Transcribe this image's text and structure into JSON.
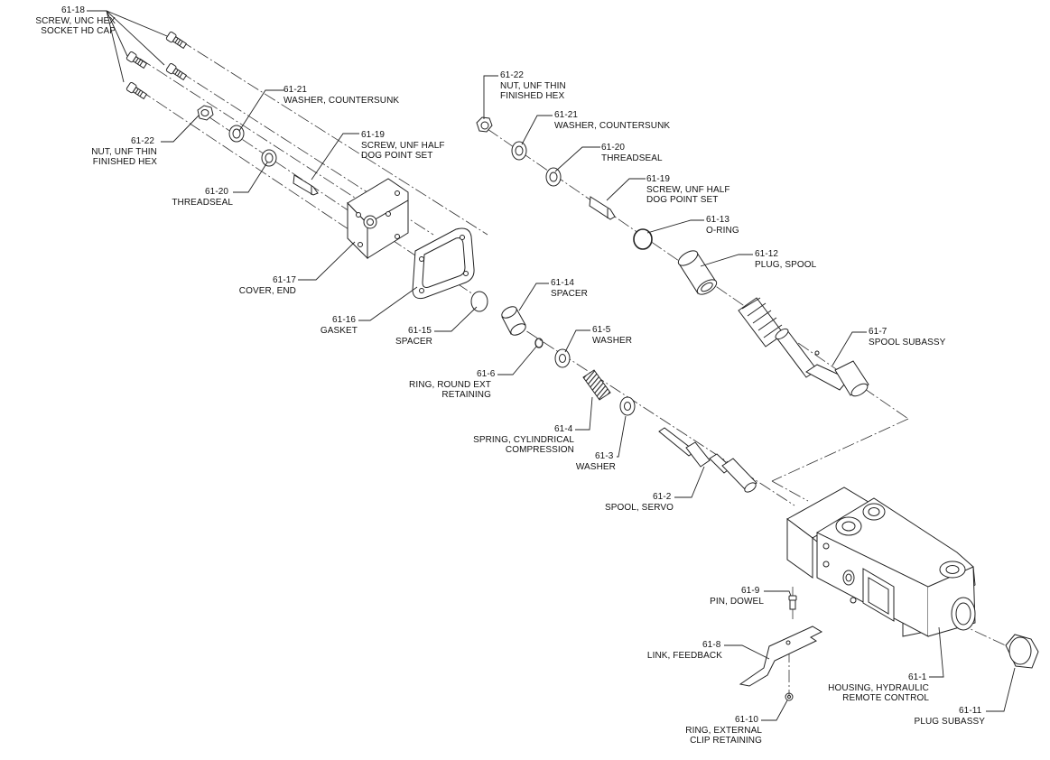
{
  "callouts": [
    {
      "id": "61-18",
      "lines": [
        "SCREW, UNC HEX",
        "SOCKET HD CAP"
      ]
    },
    {
      "id": "61-21",
      "lines": [
        "WASHER, COUNTERSUNK"
      ]
    },
    {
      "id": "61-22",
      "lines": [
        "NUT, UNF THIN",
        "FINISHED HEX"
      ]
    },
    {
      "id": "61-19",
      "lines": [
        "SCREW, UNF HALF",
        "DOG POINT SET"
      ]
    },
    {
      "id": "61-20",
      "lines": [
        "THREADSEAL"
      ]
    },
    {
      "id": "61-17",
      "lines": [
        "COVER, END"
      ]
    },
    {
      "id": "61-16",
      "lines": [
        "GASKET"
      ]
    },
    {
      "id": "61-15",
      "lines": [
        "SPACER"
      ]
    },
    {
      "id": "61-22",
      "lines": [
        "NUT, UNF THIN",
        "FINISHED HEX"
      ]
    },
    {
      "id": "61-21",
      "lines": [
        "WASHER, COUNTERSUNK"
      ]
    },
    {
      "id": "61-20",
      "lines": [
        "THREADSEAL"
      ]
    },
    {
      "id": "61-19",
      "lines": [
        "SCREW, UNF HALF",
        "DOG POINT SET"
      ]
    },
    {
      "id": "61-13",
      "lines": [
        "O-RING"
      ]
    },
    {
      "id": "61-12",
      "lines": [
        "PLUG, SPOOL"
      ]
    },
    {
      "id": "61-14",
      "lines": [
        "SPACER"
      ]
    },
    {
      "id": "61-5",
      "lines": [
        "WASHER"
      ]
    },
    {
      "id": "61-6",
      "lines": [
        "RING, ROUND EXT",
        "RETAINING"
      ]
    },
    {
      "id": "61-7",
      "lines": [
        "SPOOL SUBASSY"
      ]
    },
    {
      "id": "61-4",
      "lines": [
        "SPRING, CYLINDRICAL",
        "COMPRESSION"
      ]
    },
    {
      "id": "61-3",
      "lines": [
        "WASHER"
      ]
    },
    {
      "id": "61-2",
      "lines": [
        "SPOOL, SERVO"
      ]
    },
    {
      "id": "61-9",
      "lines": [
        "PIN, DOWEL"
      ]
    },
    {
      "id": "61-8",
      "lines": [
        "LINK, FEEDBACK"
      ]
    },
    {
      "id": "61-1",
      "lines": [
        "HOUSING, HYDRAULIC",
        "REMOTE CONTROL"
      ]
    },
    {
      "id": "61-11",
      "lines": [
        "PLUG SUBASSY"
      ]
    },
    {
      "id": "61-10",
      "lines": [
        "RING, EXTERNAL",
        "CLIP RETAINING"
      ]
    }
  ]
}
